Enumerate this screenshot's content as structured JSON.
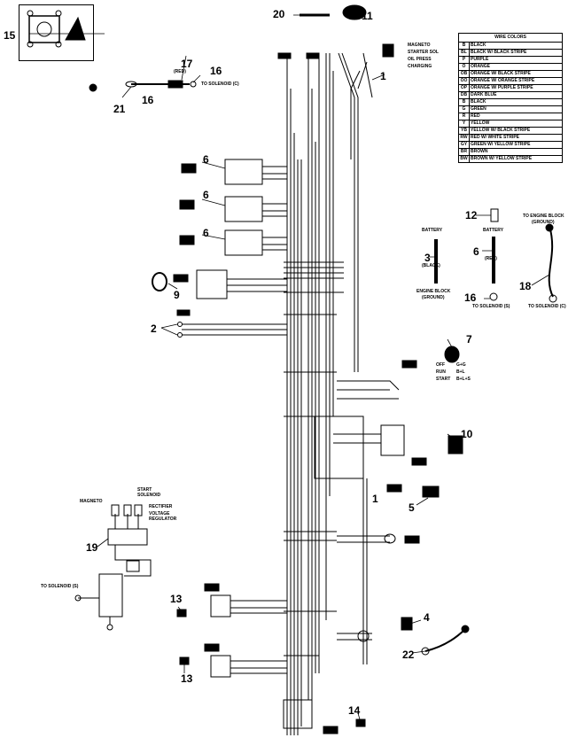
{
  "callouts": [
    {
      "n": "1",
      "key": "c1"
    },
    {
      "n": "1",
      "key": "c1b"
    },
    {
      "n": "2",
      "key": "c2"
    },
    {
      "n": "3",
      "key": "c3"
    },
    {
      "n": "4",
      "key": "c4"
    },
    {
      "n": "5",
      "key": "c5"
    },
    {
      "n": "6",
      "key": "c6a"
    },
    {
      "n": "6",
      "key": "c6b"
    },
    {
      "n": "6",
      "key": "c6c"
    },
    {
      "n": "6",
      "key": "c6d"
    },
    {
      "n": "7",
      "key": "c7"
    },
    {
      "n": "9",
      "key": "c9"
    },
    {
      "n": "10",
      "key": "c10"
    },
    {
      "n": "11",
      "key": "c11"
    },
    {
      "n": "12",
      "key": "c12"
    },
    {
      "n": "13",
      "key": "c13a"
    },
    {
      "n": "13",
      "key": "c13b"
    },
    {
      "n": "14",
      "key": "c14"
    },
    {
      "n": "15",
      "key": "c15"
    },
    {
      "n": "16",
      "key": "c16a"
    },
    {
      "n": "16",
      "key": "c16b"
    },
    {
      "n": "16",
      "key": "c16c"
    },
    {
      "n": "17",
      "key": "c17"
    },
    {
      "n": "18",
      "key": "c18"
    },
    {
      "n": "19",
      "key": "c19"
    },
    {
      "n": "20",
      "key": "c20"
    },
    {
      "n": "21",
      "key": "c21"
    },
    {
      "n": "22",
      "key": "c22"
    }
  ],
  "labels": {
    "magneto_top": "MAGNETO",
    "starter_sol": "STARTER SOL",
    "oil_press": "OIL PRESS",
    "charging": "CHARGING",
    "to_solenoid_17": "TO SOLENOID (C)",
    "red_17": "(RED)",
    "battery": "BATTERY",
    "black": "(BLACK)",
    "engine_block": "ENGINE BLOCK",
    "ground": "(GROUND)",
    "battery2": "BATTERY",
    "red_6": "(RED)",
    "to_solenoid_s": "TO SOLENOID (S)",
    "to_engine_block": "TO ENGINE BLOCK",
    "ground2": "(GROUND)",
    "to_solenoid_c": "TO SOLENOID (C)",
    "off": "OFF",
    "run": "RUN",
    "start": "START",
    "off_val": "G+G",
    "run_val": "B+L",
    "start_val": "B+L+S",
    "magneto_19": "MAGNETO",
    "start_solenoid": "START SOLENOID",
    "rectifier": "RECTIFIER",
    "voltage_regulator": "VOLTAGE REGULATOR",
    "to_solenoid_19": "TO SOLENOID (S)"
  },
  "legend": {
    "title": "WIRE COLORS",
    "rows": [
      {
        "code": "B",
        "name": "BLACK"
      },
      {
        "code": "BL",
        "name": "BLACK W/ BLACK STRIPE"
      },
      {
        "code": "P",
        "name": "PURPLE"
      },
      {
        "code": "O",
        "name": "ORANGE"
      },
      {
        "code": "OB",
        "name": "ORANGE W/ BLACK STRIPE"
      },
      {
        "code": "OO",
        "name": "ORANGE W/ ORANGE STRIPE"
      },
      {
        "code": "OP",
        "name": "ORANGE W/ PURPLE STRIPE"
      },
      {
        "code": "DB",
        "name": "DARK BLUE"
      },
      {
        "code": "B",
        "name": "BLACK"
      },
      {
        "code": "G",
        "name": "GREEN"
      },
      {
        "code": "R",
        "name": "RED"
      },
      {
        "code": "Y",
        "name": "YELLOW"
      },
      {
        "code": "YB",
        "name": "YELLOW W/ BLACK STRIPE"
      },
      {
        "code": "RW",
        "name": "RED W/ WHITE STRIPE"
      },
      {
        "code": "GY",
        "name": "GREEN W/ YELLOW STRIPE"
      },
      {
        "code": "BR",
        "name": "BROWN"
      },
      {
        "code": "BW",
        "name": "BROWN W/ YELLOW STRIPE"
      }
    ]
  },
  "colors": {
    "ink": "#000000",
    "paper": "#ffffff"
  }
}
